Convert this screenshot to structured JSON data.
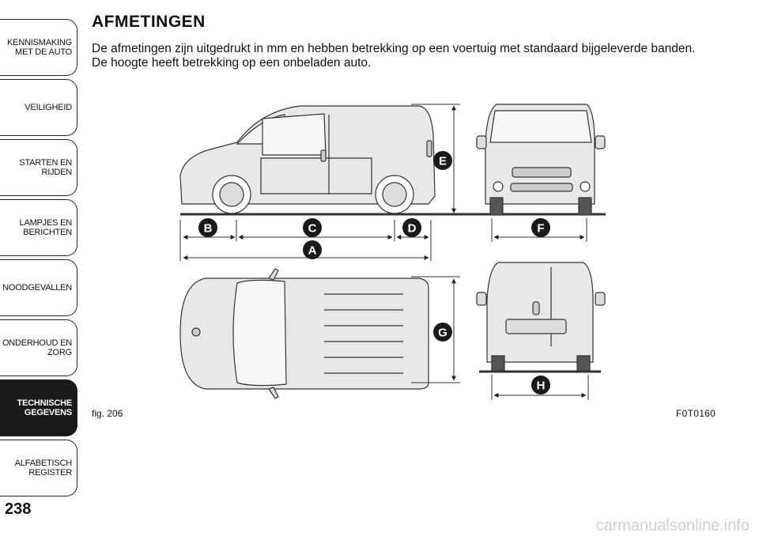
{
  "sidebar": {
    "items": [
      {
        "label": "KENNISMAKING\nMET DE AUTO",
        "active": false
      },
      {
        "label": "VEILIGHEID",
        "active": false
      },
      {
        "label": "STARTEN EN RIJDEN",
        "active": false
      },
      {
        "label": "LAMPJES EN\nBERICHTEN",
        "active": false
      },
      {
        "label": "NOODGEVALLEN",
        "active": false
      },
      {
        "label": "ONDERHOUD EN\nZORG",
        "active": false
      },
      {
        "label": "TECHNISCHE\nGEGEVENS",
        "active": true
      },
      {
        "label": "ALFABETISCH\nREGISTER",
        "active": false
      }
    ]
  },
  "page_number": "238",
  "heading": "AFMETINGEN",
  "intro": {
    "line1": "De afmetingen zijn uitgedrukt in mm en hebben betrekking op een voertuig met standaard bijgeleverde banden.",
    "line2": "De hoogte heeft betrekking op een onbeladen auto."
  },
  "figure": {
    "label": "fig. 206",
    "code": "F0T0160",
    "markers": {
      "A": "A",
      "B": "B",
      "C": "C",
      "D": "D",
      "E": "E",
      "F": "F",
      "G": "G",
      "H": "H"
    }
  },
  "footer": "carmanualsonline.info"
}
